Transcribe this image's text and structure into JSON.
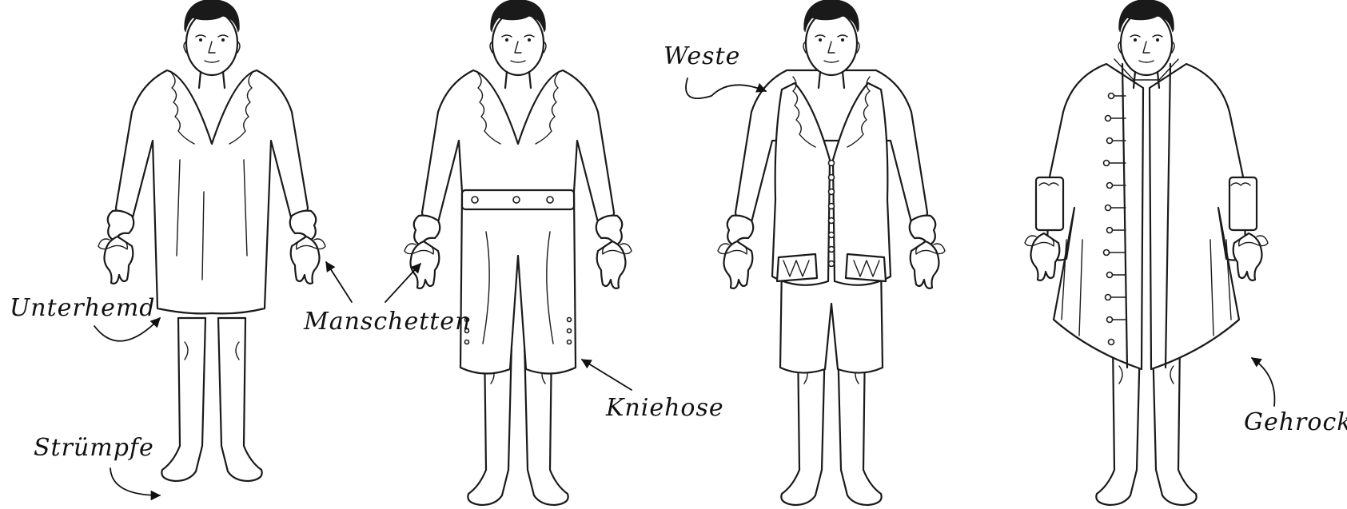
{
  "labels": {
    "unterhemd": "Unterhemd",
    "manschetten": "Manschetten",
    "struempfe": "Strümpfe",
    "kniehose": "Kniehose",
    "weste": "Weste",
    "gehrock": "Gehrock"
  },
  "figures": [
    {
      "id": "figure-1",
      "garments": [
        "shirt",
        "stockings",
        "cuffs"
      ]
    },
    {
      "id": "figure-2",
      "garments": [
        "shirt",
        "breeches",
        "stockings",
        "cuffs"
      ]
    },
    {
      "id": "figure-3",
      "garments": [
        "shirt",
        "vest",
        "breeches",
        "stockings",
        "cuffs"
      ]
    },
    {
      "id": "figure-4",
      "garments": [
        "shirt",
        "vest",
        "breeches",
        "coat",
        "stockings",
        "cuffs"
      ]
    }
  ]
}
